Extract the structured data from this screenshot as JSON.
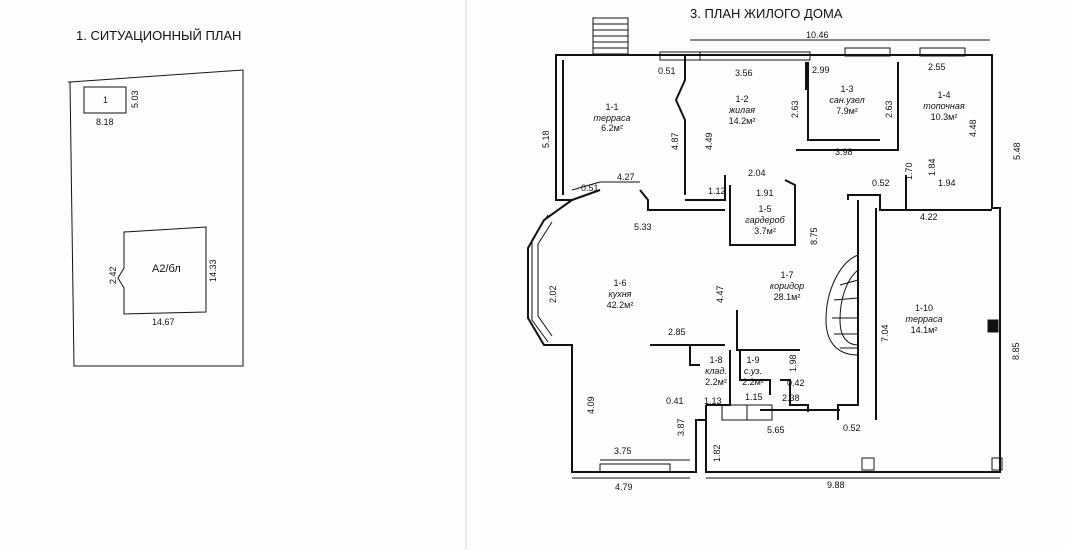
{
  "sheet": {
    "situation_title": "1. СИТУАЦИОННЫЙ ПЛАН",
    "plan_title": "3. ПЛАН ЖИЛОГО ДОМА"
  },
  "site_plan": {
    "small_building": {
      "label": "1",
      "width": "8.18",
      "depth": "5.03"
    },
    "house": {
      "label": "А2/бл",
      "width": "14.67",
      "depth": "14.33",
      "offset": "2.42"
    }
  },
  "rooms": [
    {
      "num": "1-1",
      "name": "терраса",
      "area": "6.2м²"
    },
    {
      "num": "1-2",
      "name": "жилая",
      "area": "14.2м²"
    },
    {
      "num": "1-3",
      "name": "сан.узел",
      "area": "7.9м²"
    },
    {
      "num": "1-4",
      "name": "топочная",
      "area": "10.3м²"
    },
    {
      "num": "1-5",
      "name": "гардероб",
      "area": "3.7м²"
    },
    {
      "num": "1-6",
      "name": "кухня",
      "area": "42.2м²"
    },
    {
      "num": "1-7",
      "name": "коридор",
      "area": "28.1м²"
    },
    {
      "num": "1-8",
      "name": "клад.",
      "area": "2.2м²"
    },
    {
      "num": "1-9",
      "name": "с.уз.",
      "area": "2.2м²"
    },
    {
      "num": "1-10",
      "name": "терраса",
      "area": "14.1м²"
    }
  ],
  "dimensions": {
    "top_total": "10.46",
    "d_056": "0.51",
    "d_356": "3.56",
    "d_299": "2.99",
    "d_255": "2.55",
    "d_518": "5.18",
    "d_487": "4.87",
    "d_449": "4.49",
    "d_263a": "2.63",
    "d_263b": "2.63",
    "d_448": "4.48",
    "d_548": "5.48",
    "d_398": "3.98",
    "d_427": "4.27",
    "d_051b": "0.51",
    "d_112": "1.12",
    "d_204": "2.04",
    "d_191": "1.91",
    "d_052a": "0.52",
    "d_170": "1.70",
    "d_184": "1.84",
    "d_194": "1.94",
    "d_422": "4.22",
    "d_533": "5.33",
    "d_875": "8.75",
    "d_202": "2.02",
    "d_447": "4.47",
    "d_285": "2.85",
    "d_704": "7.04",
    "d_885": "8.85",
    "d_198": "1.98",
    "d_042": "0.42",
    "d_409": "4.09",
    "d_041": "0.41",
    "d_113": "1.13",
    "d_115": "1.15",
    "d_238": "2.38",
    "d_387": "3.87",
    "d_565": "5.65",
    "d_052b": "0.52",
    "d_375": "3.75",
    "d_182": "1.82",
    "d_479": "4.79",
    "d_988": "9.88"
  }
}
